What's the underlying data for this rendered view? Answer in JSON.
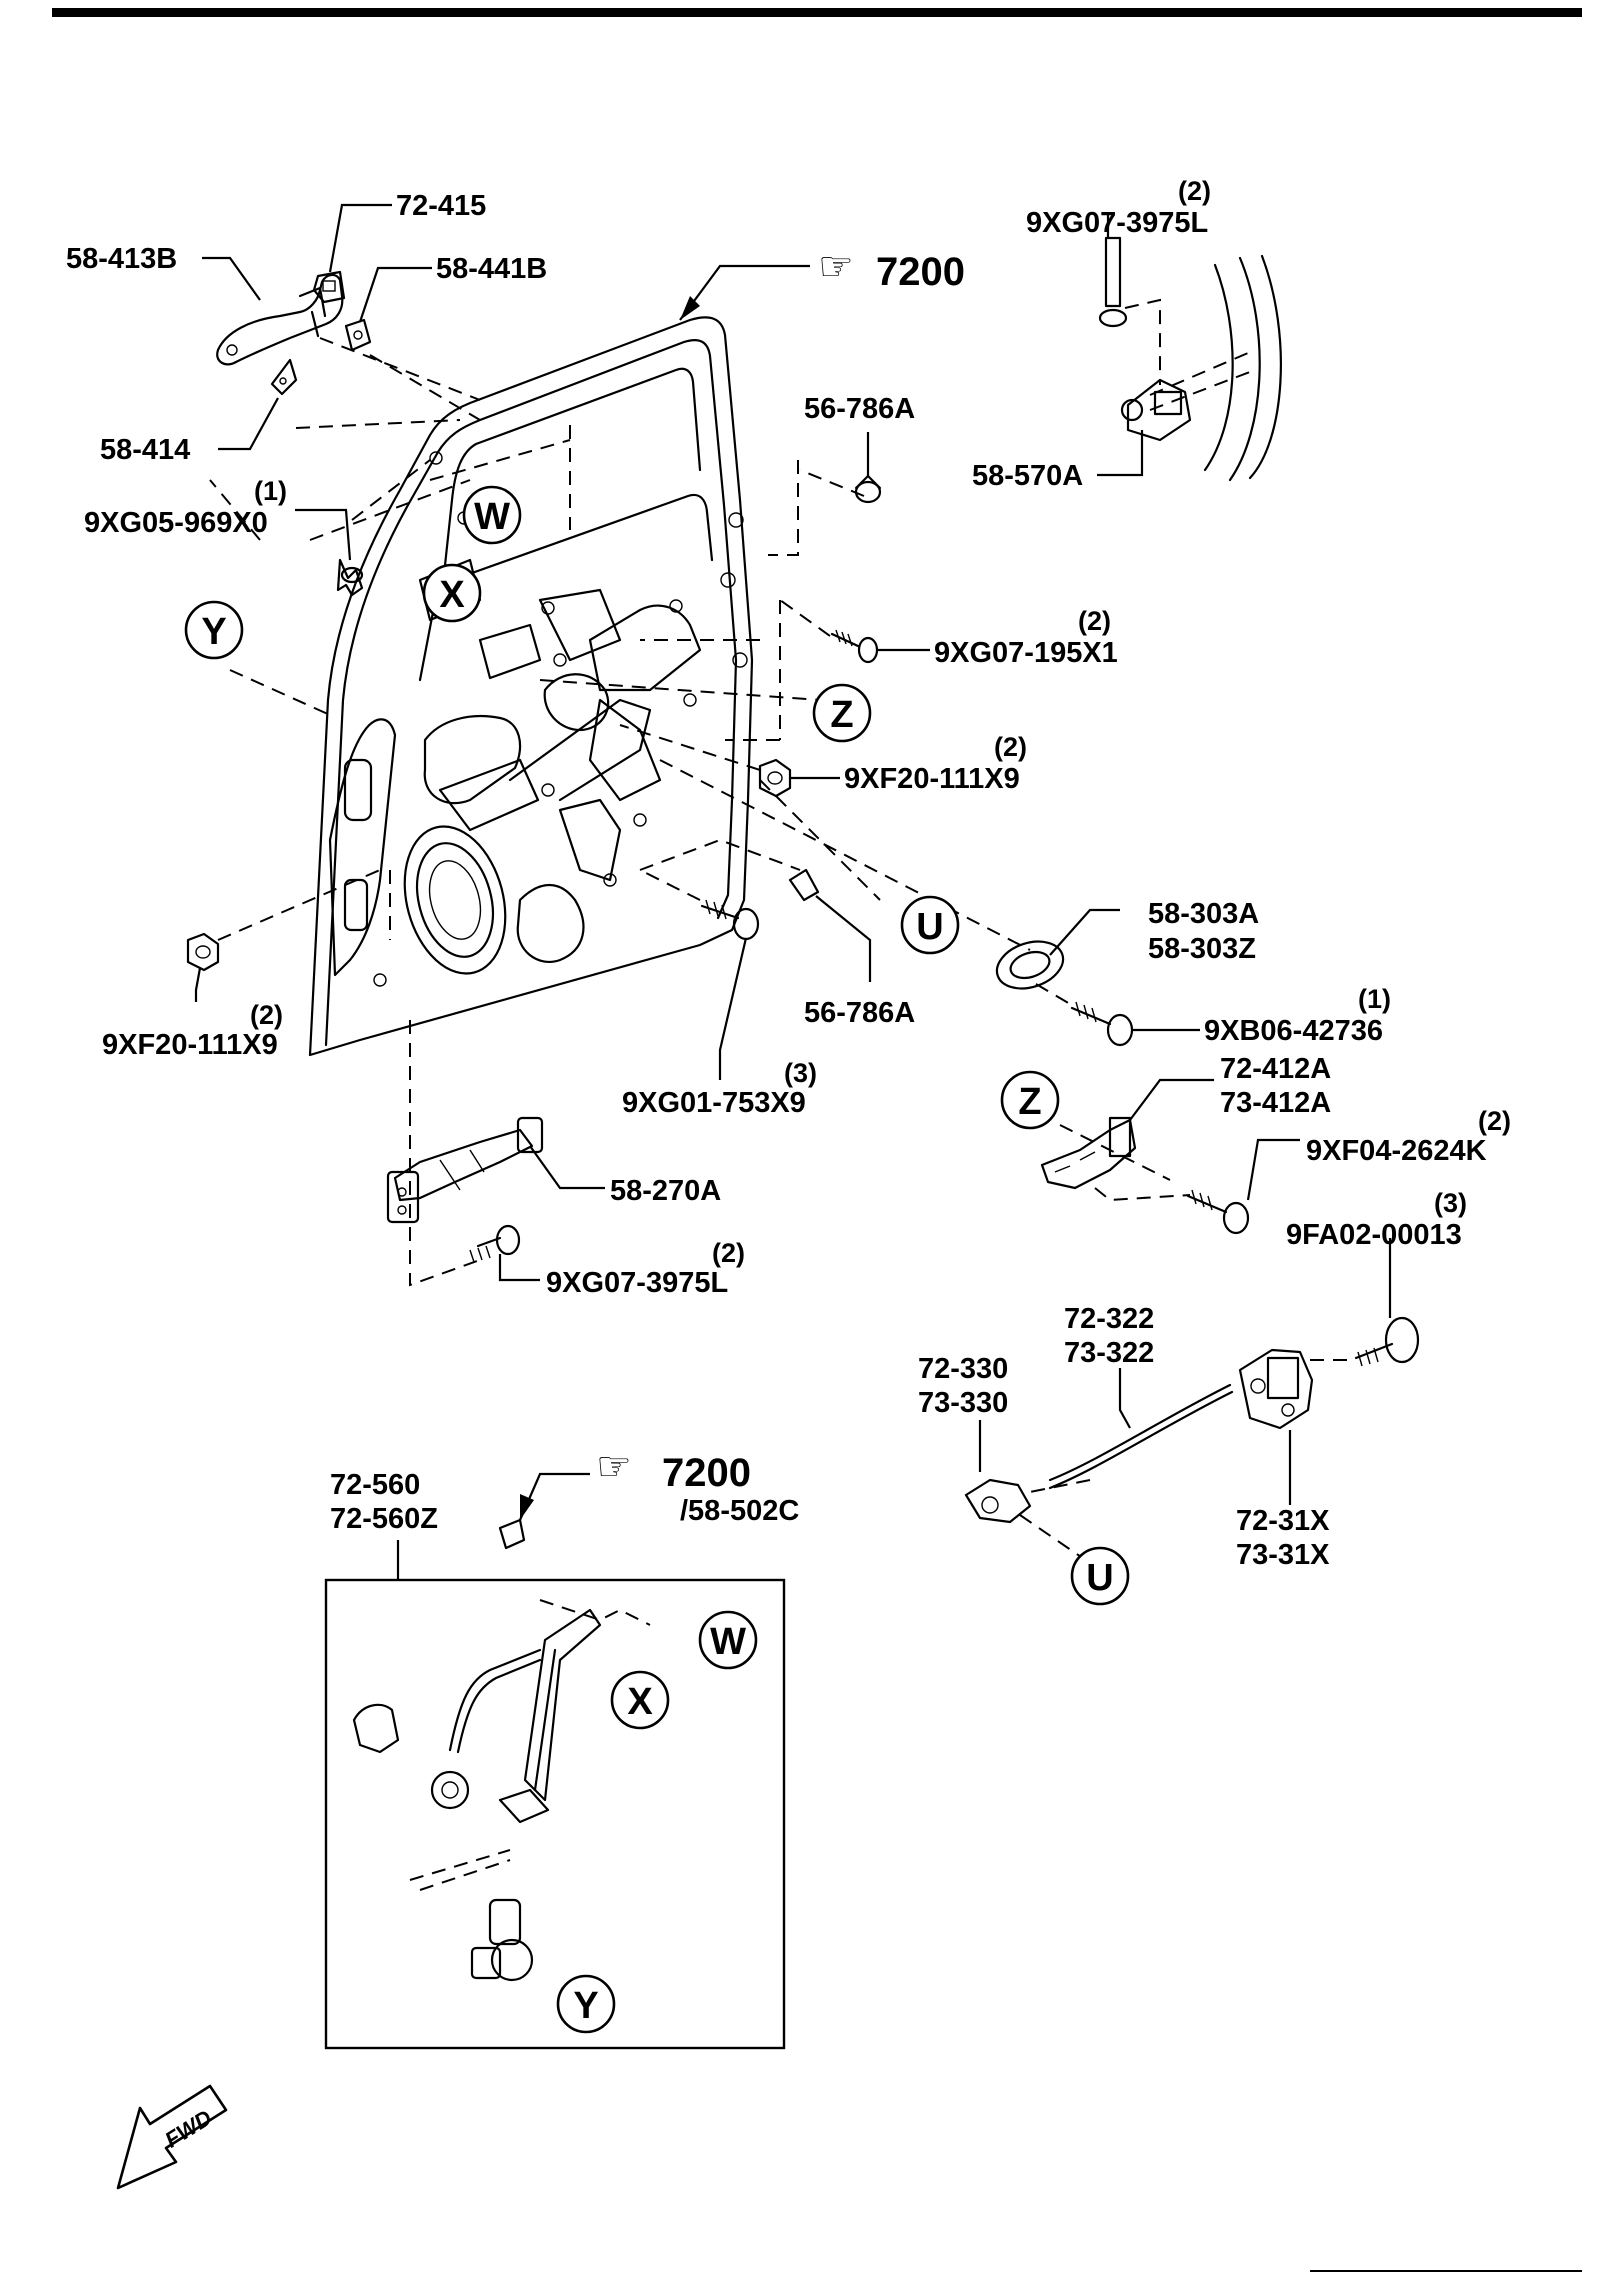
{
  "callouts": {
    "ref_7200_top": "7200",
    "ref_7200_regulator": "7200",
    "ref_58_502c": "/58-502C",
    "p72_415": "72-415",
    "p58_413b": "58-413B",
    "p58_441b": "58-441B",
    "p58_414": "58-414",
    "clip_qty": "(1)",
    "clip": "9XG05-969X0",
    "hinge_bolt_qty": "(2)",
    "hinge_bolt": "9XG07-3975L",
    "p58_570a": "58-570A",
    "p56_786a_top": "56-786A",
    "screw_195_qty": "(2)",
    "screw_195": "9XG07-195X1",
    "nut_right_qty": "(2)",
    "nut_right": "9XF20-111X9",
    "nut_left_qty": "(2)",
    "nut_left": "9XF20-111X9",
    "p56_786a_bottom": "56-786A",
    "bolt_753_qty": "(3)",
    "bolt_753": "9XG01-753X9",
    "p58_303a": "58-303A",
    "p58_303z": "58-303Z",
    "screw_427_qty": "(1)",
    "screw_427": "9XB06-42736",
    "p72_412a": "72-412A",
    "p73_412a": "73-412A",
    "screw_2624_qty": "(2)",
    "screw_2624": "9XF04-2624K",
    "p58_270a": "58-270A",
    "checker_bolt_qty": "(2)",
    "checker_bolt": "9XG07-3975L",
    "fa02_qty": "(3)",
    "fa02": "9FA02-00013",
    "p72_322": "72-322",
    "p73_322": "73-322",
    "p72_330": "72-330",
    "p73_330": "73-330",
    "p72_31x": "72-31X",
    "p73_31x": "73-31X",
    "p72_560": "72-560",
    "p72_560z": "72-560Z"
  },
  "markers": {
    "W": "W",
    "X": "X",
    "Y": "Y",
    "Z": "Z",
    "U": "U"
  },
  "fwd": "FWD"
}
